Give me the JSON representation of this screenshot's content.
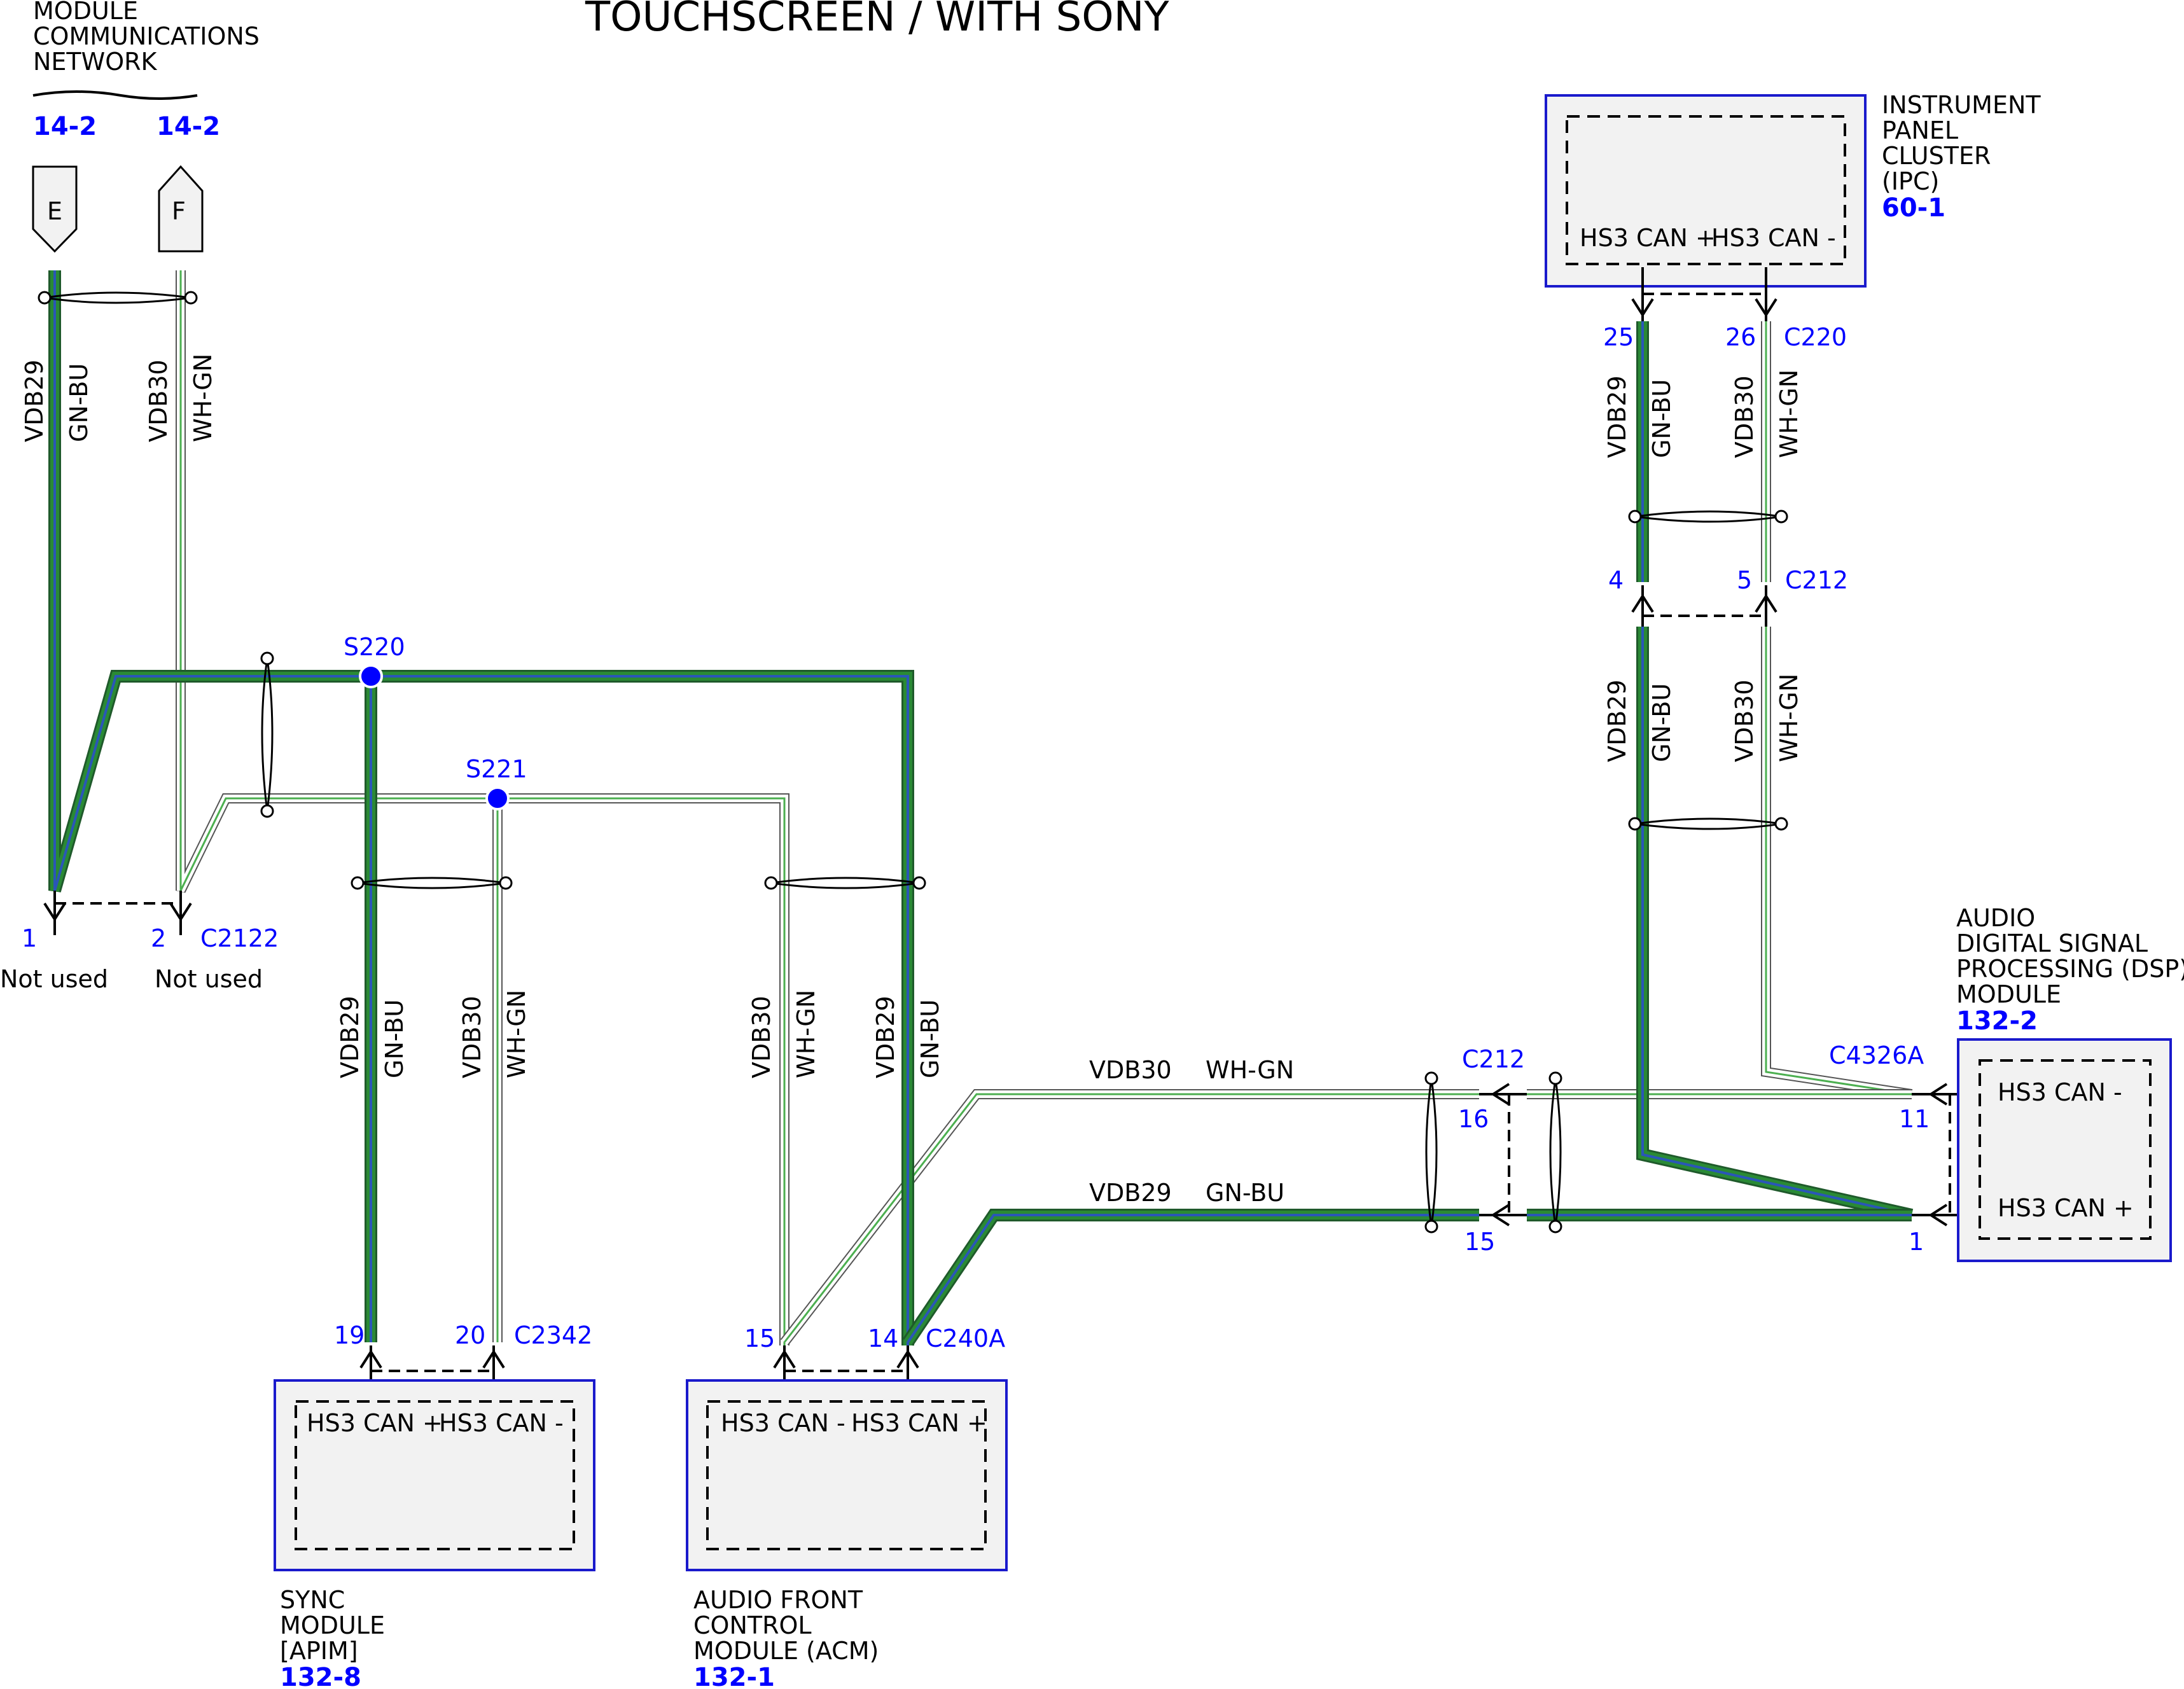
{
  "title": "TOUCHSCREEN / WITH SONY",
  "network_group": {
    "lines": [
      "MODULE",
      "COMMUNICATIONS",
      "NETWORK"
    ],
    "refs": [
      "14-2",
      "14-2"
    ],
    "connectors": [
      "E",
      "F"
    ]
  },
  "colors": {
    "gnbu_outer": "#1f5a2b",
    "gnbu_mid": "#2a8a35",
    "gnbu_stripe": "#2a56b8",
    "whgn_outer": "#555555",
    "whgn_stripe": "#4caf50",
    "splice": "#0000ff",
    "box_border": "#1a1acc",
    "label_blue": "#0000ff"
  },
  "circuits": {
    "gnbu": {
      "circuit": "VDB29",
      "color": "GN-BU"
    },
    "whgn": {
      "circuit": "VDB30",
      "color": "WH-GN"
    }
  },
  "splices": [
    "S220",
    "S221"
  ],
  "c2122": {
    "name": "C2122",
    "pin1": "1",
    "pin2": "2",
    "note1": "Not used",
    "note2": "Not used"
  },
  "sync": {
    "connector": "C2342",
    "pin_a": "19",
    "pin_b": "20",
    "label_a": "HS3 CAN +",
    "label_b": "HS3 CAN -",
    "name_lines": [
      "SYNC",
      "MODULE",
      "[APIM]"
    ],
    "ref": "132-8"
  },
  "acm": {
    "connector": "C240A",
    "pin_a": "15",
    "pin_b": "14",
    "label_a": "HS3 CAN -",
    "label_b": "HS3 CAN +",
    "name_lines": [
      "AUDIO FRONT",
      "CONTROL",
      "MODULE (ACM)"
    ],
    "ref": "132-1"
  },
  "ipc": {
    "connector": "C220",
    "pin_a": "25",
    "pin_b": "26",
    "label_a": "HS3 CAN +",
    "label_b": "HS3 CAN -",
    "name_lines": [
      "INSTRUMENT",
      "PANEL",
      "CLUSTER",
      "(IPC)"
    ],
    "ref": "60-1"
  },
  "c212_vertical": {
    "connector": "C212",
    "pin_a": "4",
    "pin_b": "5"
  },
  "c212_horizontal": {
    "connector": "C212",
    "pin_a": "16",
    "pin_b": "15"
  },
  "dsp": {
    "connector": "C4326A",
    "pin_a": "11",
    "pin_b": "1",
    "label_a": "HS3 CAN -",
    "label_b": "HS3 CAN +",
    "name_lines": [
      "AUDIO",
      "DIGITAL SIGNAL",
      "PROCESSING (DSP)",
      "MODULE"
    ],
    "ref": "132-2"
  }
}
